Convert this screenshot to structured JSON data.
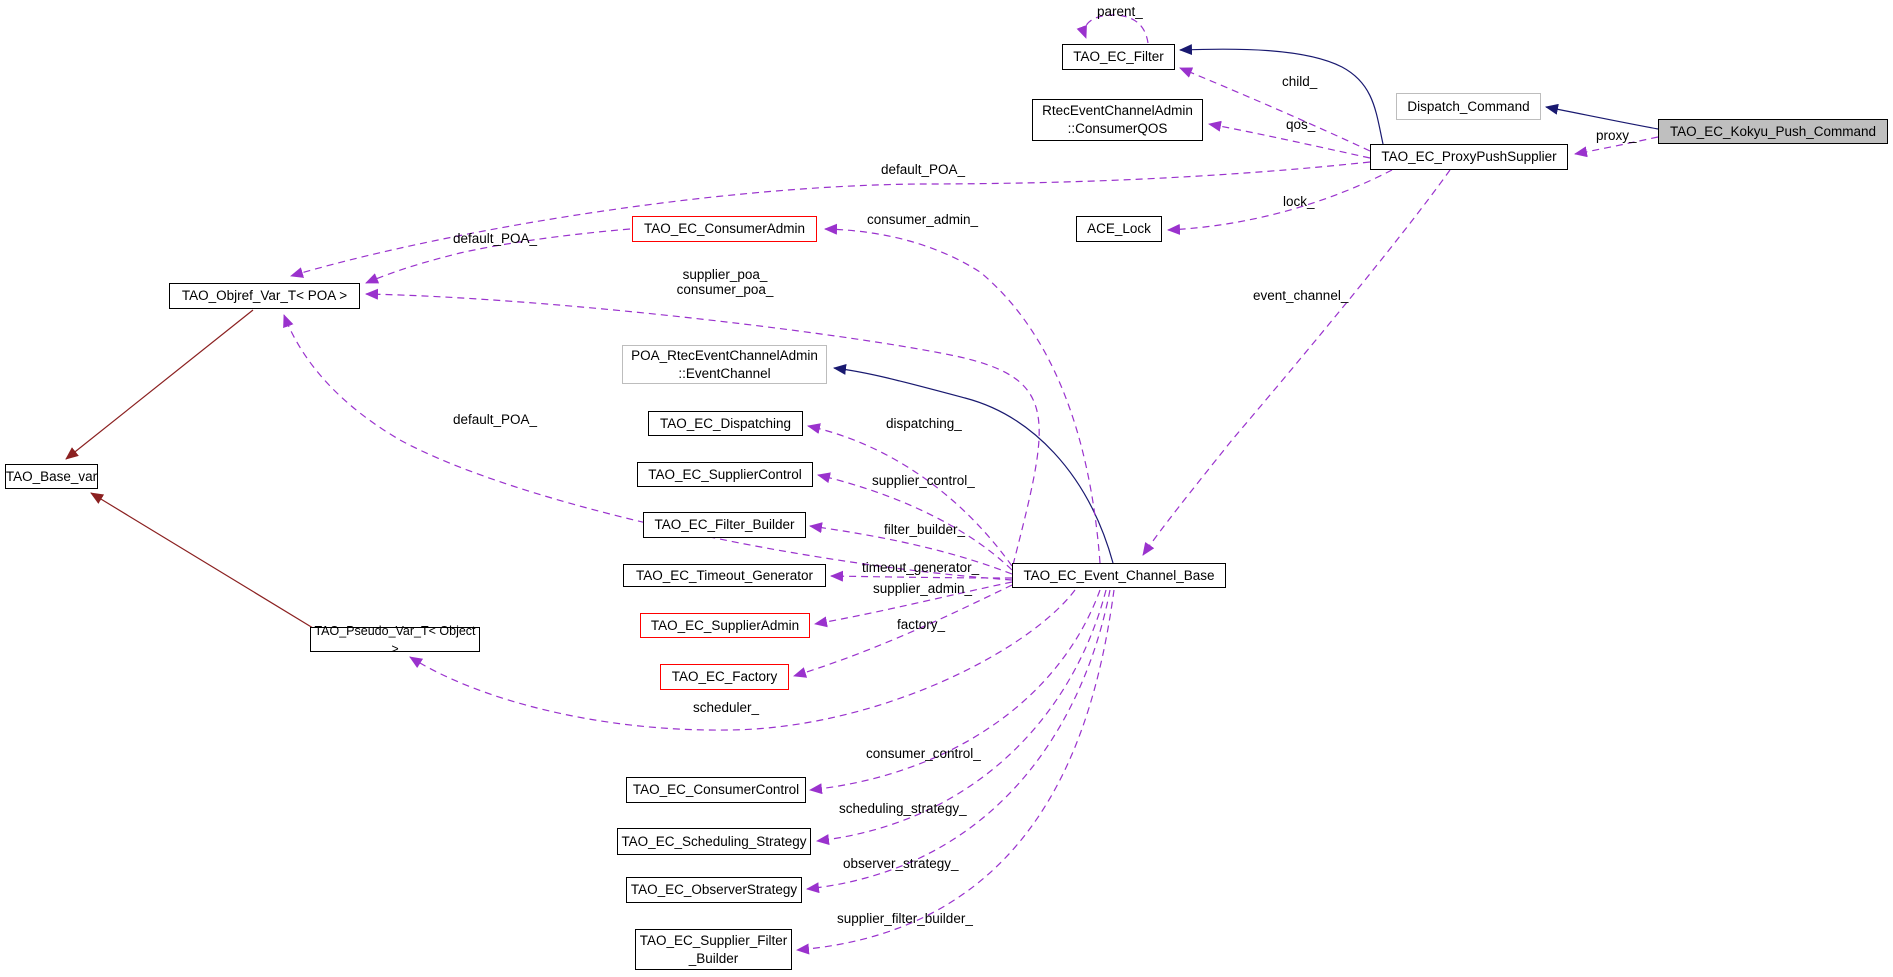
{
  "diagram": {
    "type": "collaboration-graph",
    "focus_class": "TAO_EC_Kokyu_Push_Command",
    "colors": {
      "background": "#ffffff",
      "usage_edge": "#9a32cd",
      "inheritance_edge": "#191970",
      "private_inheritance_edge": "#8b2020",
      "node_border": "#000000",
      "undocumented_node_border": "#bdbdbd",
      "truncated_node_border": "#ff0000",
      "main_node_fill": "#bfbfbf",
      "text": "#000000"
    },
    "nodes": [
      {
        "id": "tao-ec-filter",
        "label": "TAO_EC_Filter",
        "style": "normal"
      },
      {
        "id": "rtec-consumer-qos",
        "label": "RtecEventChannelAdmin\n::ConsumerQOS",
        "style": "normal"
      },
      {
        "id": "dispatch-command",
        "label": "Dispatch_Command",
        "style": "gray"
      },
      {
        "id": "tao-ec-kokyu-push-command",
        "label": "TAO_EC_Kokyu_Push_Command",
        "style": "main"
      },
      {
        "id": "tao-ec-proxypushsupplier",
        "label": "TAO_EC_ProxyPushSupplier",
        "style": "normal"
      },
      {
        "id": "ace-lock",
        "label": "ACE_Lock",
        "style": "normal"
      },
      {
        "id": "tao-ec-consumeradmin",
        "label": "TAO_EC_ConsumerAdmin",
        "style": "red"
      },
      {
        "id": "tao-objref-var-t-poa",
        "label": "TAO_Objref_Var_T< POA >",
        "style": "normal"
      },
      {
        "id": "poa-rteceventchanneladmin-eventchannel",
        "label": "POA_RtecEventChannelAdmin\n::EventChannel",
        "style": "gray"
      },
      {
        "id": "tao-ec-dispatching",
        "label": "TAO_EC_Dispatching",
        "style": "normal"
      },
      {
        "id": "tao-ec-suppliercontrol",
        "label": "TAO_EC_SupplierControl",
        "style": "normal"
      },
      {
        "id": "tao-base-var",
        "label": "TAO_Base_var",
        "style": "normal"
      },
      {
        "id": "tao-ec-filter-builder",
        "label": "TAO_EC_Filter_Builder",
        "style": "normal"
      },
      {
        "id": "tao-ec-timeout-generator",
        "label": "TAO_EC_Timeout_Generator",
        "style": "normal"
      },
      {
        "id": "tao-ec-event-channel-base",
        "label": "TAO_EC_Event_Channel_Base",
        "style": "normal"
      },
      {
        "id": "tao-ec-supplieradmin",
        "label": "TAO_EC_SupplierAdmin",
        "style": "red"
      },
      {
        "id": "tao-pseudo-var-t-object",
        "label": "TAO_Pseudo_Var_T< Object >",
        "style": "normal"
      },
      {
        "id": "tao-ec-factory",
        "label": "TAO_EC_Factory",
        "style": "red"
      },
      {
        "id": "tao-ec-consumercontrol",
        "label": "TAO_EC_ConsumerControl",
        "style": "normal"
      },
      {
        "id": "tao-ec-scheduling-strategy",
        "label": "TAO_EC_Scheduling_Strategy",
        "style": "normal"
      },
      {
        "id": "tao-ec-observerstrategy",
        "label": "TAO_EC_ObserverStrategy",
        "style": "normal"
      },
      {
        "id": "tao-ec-supplier-filter-builder",
        "label": "TAO_EC_Supplier_Filter\n_Builder",
        "style": "normal"
      }
    ],
    "edge_labels": [
      {
        "id": "parent",
        "text": "parent_"
      },
      {
        "id": "child",
        "text": "child_"
      },
      {
        "id": "qos",
        "text": "qos_"
      },
      {
        "id": "proxy",
        "text": "proxy_"
      },
      {
        "id": "default-poa-top",
        "text": "default_POA_"
      },
      {
        "id": "consumer-admin",
        "text": "consumer_admin_"
      },
      {
        "id": "lock",
        "text": "lock_"
      },
      {
        "id": "supplier-consumer-poa",
        "text": "supplier_poa_\nconsumer_poa_"
      },
      {
        "id": "default-poa-mid",
        "text": "default_POA_"
      },
      {
        "id": "event-channel",
        "text": "event_channel_"
      },
      {
        "id": "default-poa-low",
        "text": "default_POA_"
      },
      {
        "id": "dispatching",
        "text": "dispatching_"
      },
      {
        "id": "supplier-control",
        "text": "supplier_control_"
      },
      {
        "id": "filter-builder",
        "text": "filter_builder_"
      },
      {
        "id": "timeout-generator",
        "text": "timeout_generator_"
      },
      {
        "id": "supplier-admin",
        "text": "supplier_admin_"
      },
      {
        "id": "factory",
        "text": "factory_"
      },
      {
        "id": "scheduler",
        "text": "scheduler_"
      },
      {
        "id": "consumer-control",
        "text": "consumer_control_"
      },
      {
        "id": "scheduling-strategy",
        "text": "scheduling_strategy_"
      },
      {
        "id": "observer-strategy",
        "text": "observer_strategy_"
      },
      {
        "id": "supplier-filter-builder",
        "text": "supplier_filter_builder_"
      }
    ],
    "relations": [
      {
        "from": "TAO_EC_Kokyu_Push_Command",
        "to": "Dispatch_Command",
        "type": "inheritance"
      },
      {
        "from": "TAO_EC_Kokyu_Push_Command",
        "to": "TAO_EC_ProxyPushSupplier",
        "type": "usage",
        "label": "proxy_"
      },
      {
        "from": "TAO_EC_ProxyPushSupplier",
        "to": "TAO_EC_Filter",
        "type": "inheritance"
      },
      {
        "from": "TAO_EC_ProxyPushSupplier",
        "to": "TAO_EC_Filter",
        "type": "usage",
        "label": "child_"
      },
      {
        "from": "TAO_EC_Filter",
        "to": "TAO_EC_Filter",
        "type": "usage",
        "label": "parent_"
      },
      {
        "from": "TAO_EC_ProxyPushSupplier",
        "to": "RtecEventChannelAdmin::ConsumerQOS",
        "type": "usage",
        "label": "qos_"
      },
      {
        "from": "TAO_EC_ProxyPushSupplier",
        "to": "ACE_Lock",
        "type": "usage",
        "label": "lock_"
      },
      {
        "from": "TAO_EC_ProxyPushSupplier",
        "to": "TAO_Objref_Var_T< POA >",
        "type": "usage",
        "label": "default_POA_"
      },
      {
        "from": "TAO_EC_ProxyPushSupplier",
        "to": "TAO_EC_Event_Channel_Base",
        "type": "usage",
        "label": "event_channel_"
      },
      {
        "from": "TAO_EC_Event_Channel_Base",
        "to": "POA_RtecEventChannelAdmin::EventChannel",
        "type": "inheritance"
      },
      {
        "from": "TAO_EC_Event_Channel_Base",
        "to": "TAO_EC_ConsumerAdmin",
        "type": "usage",
        "label": "consumer_admin_"
      },
      {
        "from": "TAO_EC_ConsumerAdmin",
        "to": "TAO_Objref_Var_T< POA >",
        "type": "usage",
        "label": "default_POA_"
      },
      {
        "from": "TAO_EC_Event_Channel_Base",
        "to": "TAO_Objref_Var_T< POA >",
        "type": "usage",
        "label": "supplier_poa_ consumer_poa_"
      },
      {
        "from": "TAO_EC_Event_Channel_Base",
        "to": "TAO_Objref_Var_T< POA >",
        "type": "usage",
        "label": "default_POA_"
      },
      {
        "from": "TAO_EC_Event_Channel_Base",
        "to": "TAO_EC_Dispatching",
        "type": "usage",
        "label": "dispatching_"
      },
      {
        "from": "TAO_EC_Event_Channel_Base",
        "to": "TAO_EC_SupplierControl",
        "type": "usage",
        "label": "supplier_control_"
      },
      {
        "from": "TAO_EC_Event_Channel_Base",
        "to": "TAO_EC_Filter_Builder",
        "type": "usage",
        "label": "filter_builder_"
      },
      {
        "from": "TAO_EC_Event_Channel_Base",
        "to": "TAO_EC_Timeout_Generator",
        "type": "usage",
        "label": "timeout_generator_"
      },
      {
        "from": "TAO_EC_Event_Channel_Base",
        "to": "TAO_EC_SupplierAdmin",
        "type": "usage",
        "label": "supplier_admin_"
      },
      {
        "from": "TAO_EC_Event_Channel_Base",
        "to": "TAO_EC_Factory",
        "type": "usage",
        "label": "factory_"
      },
      {
        "from": "TAO_EC_Event_Channel_Base",
        "to": "TAO_Pseudo_Var_T< Object >",
        "type": "usage",
        "label": "scheduler_"
      },
      {
        "from": "TAO_EC_Event_Channel_Base",
        "to": "TAO_EC_ConsumerControl",
        "type": "usage",
        "label": "consumer_control_"
      },
      {
        "from": "TAO_EC_Event_Channel_Base",
        "to": "TAO_EC_Scheduling_Strategy",
        "type": "usage",
        "label": "scheduling_strategy_"
      },
      {
        "from": "TAO_EC_Event_Channel_Base",
        "to": "TAO_EC_ObserverStrategy",
        "type": "usage",
        "label": "observer_strategy_"
      },
      {
        "from": "TAO_EC_Event_Channel_Base",
        "to": "TAO_EC_Supplier_Filter_Builder",
        "type": "usage",
        "label": "supplier_filter_builder_"
      },
      {
        "from": "TAO_Objref_Var_T< POA >",
        "to": "TAO_Base_var",
        "type": "private-inheritance"
      },
      {
        "from": "TAO_Pseudo_Var_T< Object >",
        "to": "TAO_Base_var",
        "type": "private-inheritance"
      }
    ]
  }
}
